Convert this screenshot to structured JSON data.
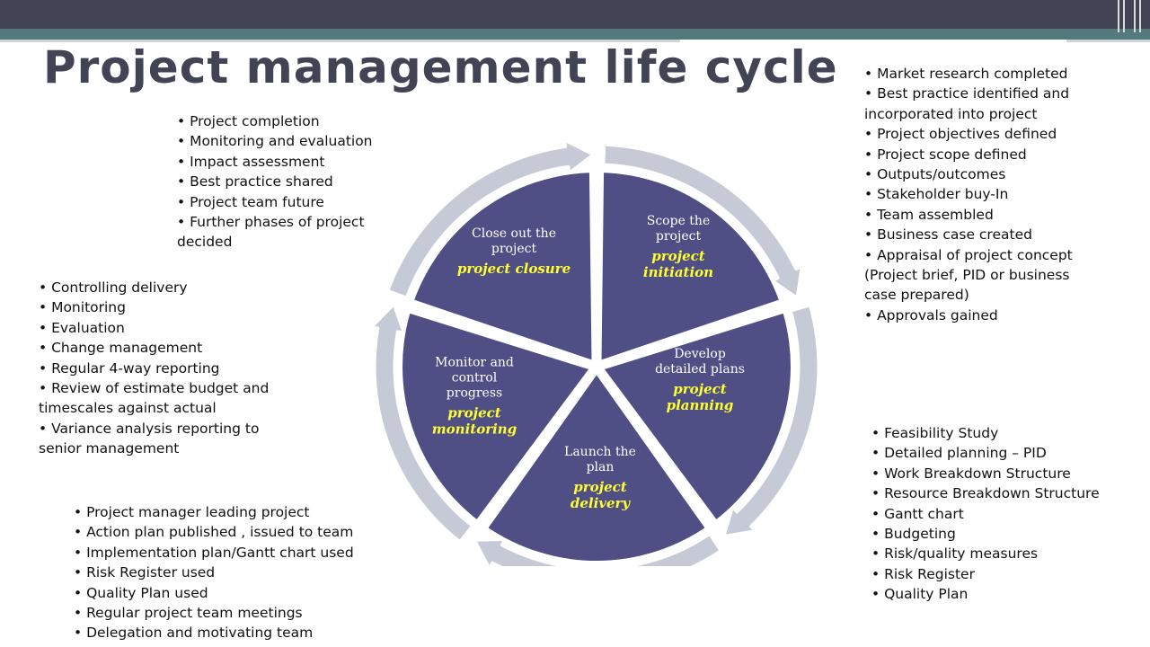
{
  "title": "Project management life cycle",
  "colors": {
    "header_dark": "#424456",
    "header_teal": "#54797d",
    "segment_fill": "#4f4f85",
    "arrow_fill": "#c6cad6",
    "phase_subtitle": "#ffff33"
  },
  "phases": [
    {
      "title_lines": [
        "Scope the",
        "project"
      ],
      "sub_lines": [
        "project",
        "initiation"
      ]
    },
    {
      "title_lines": [
        "Develop",
        "detailed plans"
      ],
      "sub_lines": [
        "project",
        "planning"
      ]
    },
    {
      "title_lines": [
        "Launch the",
        "plan"
      ],
      "sub_lines": [
        "project",
        "delivery"
      ]
    },
    {
      "title_lines": [
        "Monitor and",
        "control",
        "progress"
      ],
      "sub_lines": [
        "project",
        "monitoring"
      ]
    },
    {
      "title_lines": [
        "Close out the",
        "project"
      ],
      "sub_lines": [
        "project closure"
      ]
    }
  ],
  "lists": {
    "initiation": [
      "Market research completed",
      "Best practice identified and incorporated into project",
      "Project objectives defined",
      "Project scope defined",
      "Outputs/outcomes",
      "Stakeholder buy-In",
      "Team assembled",
      "Business case created",
      "Appraisal of project concept (Project brief, PID or business case prepared)",
      "Approvals gained"
    ],
    "planning": [
      "Feasibility Study",
      "Detailed planning – PID",
      "Work Breakdown Structure",
      "Resource Breakdown Structure",
      "Gantt chart",
      "Budgeting",
      "Risk/quality measures",
      "Risk Register",
      "Quality Plan"
    ],
    "delivery": [
      "Project manager leading project",
      "Action plan published , issued to team",
      "Implementation plan/Gantt chart used",
      "Risk Register used",
      "Quality Plan used",
      "Regular project team meetings",
      "Delegation and motivating team"
    ],
    "monitoring": [
      "Controlling delivery",
      "Monitoring",
      "Evaluation",
      "Change management",
      "Regular 4-way reporting",
      "Review of estimate budget and timescales against actual",
      "Variance analysis reporting to senior management"
    ],
    "closure": [
      "Project completion",
      "Monitoring and evaluation",
      "Impact assessment",
      "Best practice shared",
      "Project team future",
      "Further phases of project decided"
    ]
  }
}
